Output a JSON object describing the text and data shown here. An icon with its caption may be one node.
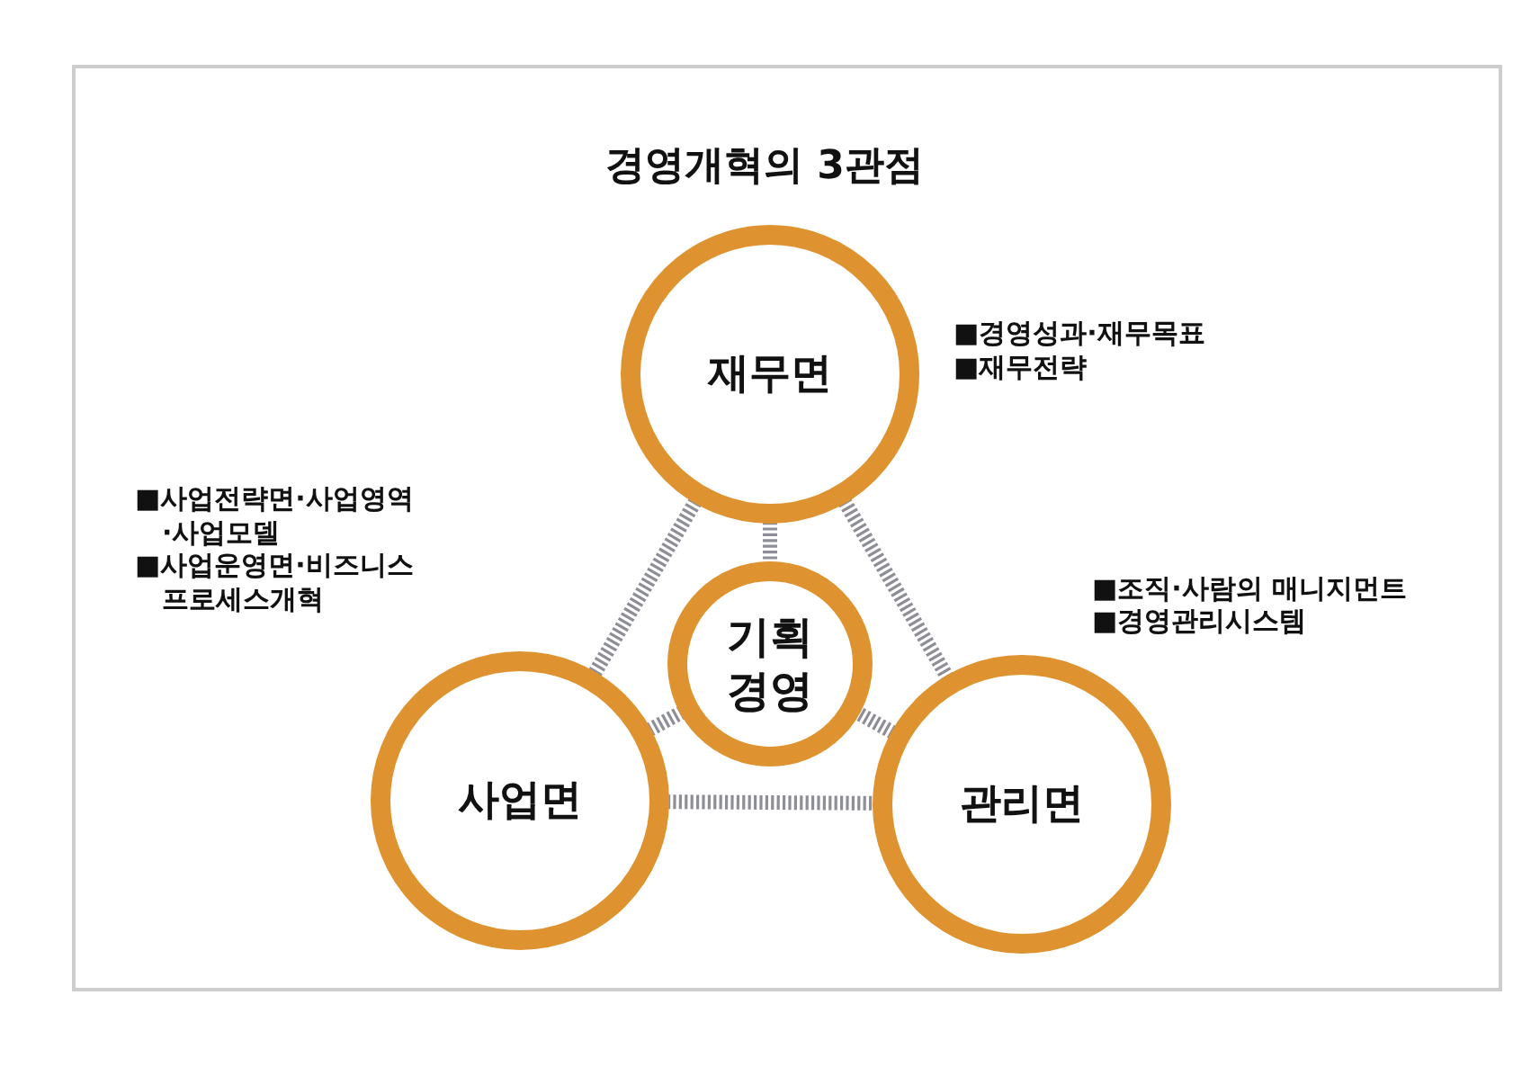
{
  "diagram": {
    "title": "경영개혁의 3관점",
    "nodes": [
      {
        "text": [
          "재무면"
        ],
        "beside": [
          "■경영성과·재무목표",
          "■재무전략"
        ]
      },
      {
        "text": [
          "기획 경영"
        ]
      },
      {
        "text": [
          "사업면"
        ],
        "beside": [
          "■사업전략면·사업영역 ·사업모델",
          "■사업운영면·비즈니스 프로세스개혁"
        ]
      },
      {
        "text": [
          "관리면"
        ],
        "beside": [
          "■조직·사람의 매니지먼트",
          "■경영관리시스템"
        ]
      }
    ],
    "edges": [
      {
        "from": 0,
        "to": 1,
        "arrow": "none",
        "style": "dashed"
      },
      {
        "from": 0,
        "to": 2,
        "arrow": "none",
        "style": "dashed"
      },
      {
        "from": 0,
        "to": 3,
        "arrow": "none",
        "style": "dashed"
      },
      {
        "from": 2,
        "to": 1,
        "arrow": "none",
        "style": "dashed"
      },
      {
        "from": 3,
        "to": 1,
        "arrow": "none",
        "style": "dashed"
      },
      {
        "from": 2,
        "to": 3,
        "arrow": "none",
        "style": "dashed"
      }
    ]
  }
}
